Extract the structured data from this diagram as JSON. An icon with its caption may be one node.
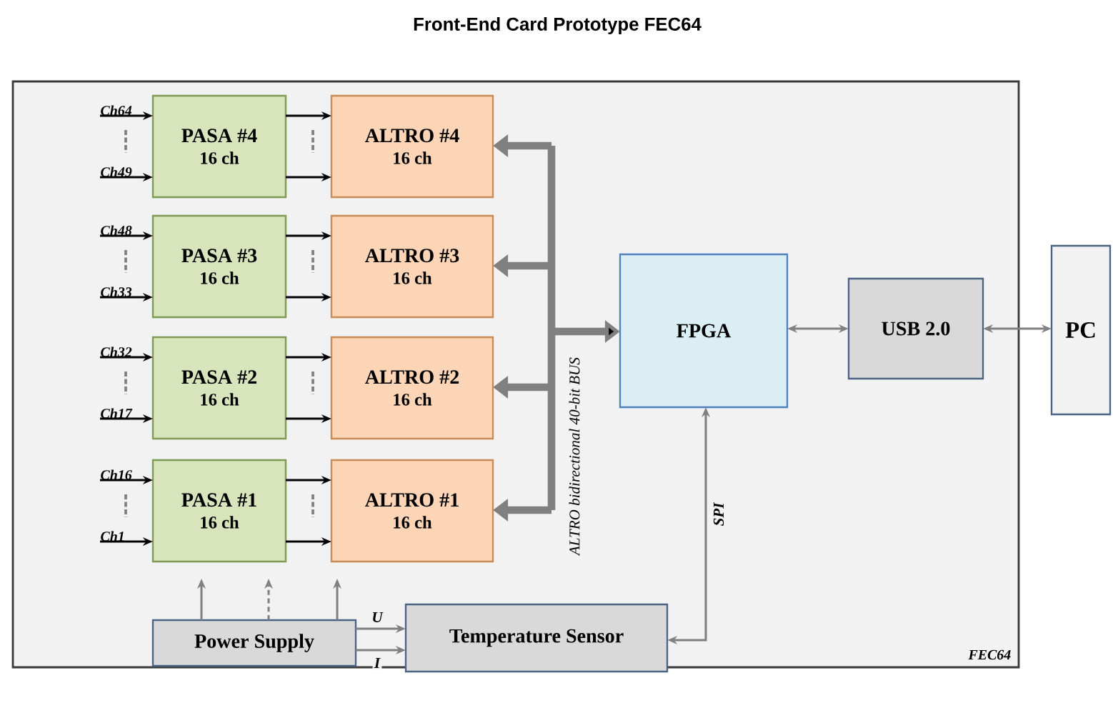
{
  "diagram": {
    "title": "Front-End Card Prototype FEC64",
    "nodes": [
      {
        "text": [
          "FEC64"
        ]
      },
      {
        "text": [
          "Ch64"
        ],
        "in": 0
      },
      {
        "text": [
          "Ch49"
        ],
        "in": 0
      },
      {
        "text": [
          "PASA #4",
          "16 ch"
        ],
        "in": 0
      },
      {
        "text": [
          "ALTRO #4",
          "16 ch"
        ],
        "in": 0
      },
      {
        "text": [
          "Ch48"
        ],
        "in": 0
      },
      {
        "text": [
          "Ch33"
        ],
        "in": 0
      },
      {
        "text": [
          "PASA #3",
          "16 ch"
        ],
        "in": 0
      },
      {
        "text": [
          "ALTRO #3",
          "16 ch"
        ],
        "in": 0
      },
      {
        "text": [
          "Ch32"
        ],
        "in": 0
      },
      {
        "text": [
          "Ch17"
        ],
        "in": 0
      },
      {
        "text": [
          "PASA #2",
          "16 ch"
        ],
        "in": 0
      },
      {
        "text": [
          "ALTRO #2",
          "16 ch"
        ],
        "in": 0
      },
      {
        "text": [
          "Ch16"
        ],
        "in": 0
      },
      {
        "text": [
          "Ch1"
        ],
        "in": 0
      },
      {
        "text": [
          "PASA #1",
          "16 ch"
        ],
        "in": 0
      },
      {
        "text": [
          "ALTRO #1",
          "16 ch"
        ],
        "in": 0
      },
      {
        "text": [
          "FPGA"
        ],
        "in": 0
      },
      {
        "text": [
          "USB 2.0"
        ],
        "in": 0
      },
      {
        "text": [
          "PC"
        ]
      },
      {
        "text": [
          "Power Supply"
        ],
        "in": 0
      },
      {
        "text": [
          "Temperature Sensor"
        ],
        "in": 0
      }
    ],
    "edges": [
      {
        "from": 1,
        "to": 3,
        "arrow": "to"
      },
      {
        "from": 2,
        "to": 3,
        "arrow": "to"
      },
      {
        "from": 3,
        "to": 4,
        "arrow": "to"
      },
      {
        "from": 3,
        "to": 4,
        "arrow": "to"
      },
      {
        "from": 5,
        "to": 7,
        "arrow": "to"
      },
      {
        "from": 6,
        "to": 7,
        "arrow": "to"
      },
      {
        "from": 7,
        "to": 8,
        "arrow": "to"
      },
      {
        "from": 7,
        "to": 8,
        "arrow": "to"
      },
      {
        "from": 9,
        "to": 11,
        "arrow": "to"
      },
      {
        "from": 10,
        "to": 11,
        "arrow": "to"
      },
      {
        "from": 11,
        "to": 12,
        "arrow": "to"
      },
      {
        "from": 11,
        "to": 12,
        "arrow": "to"
      },
      {
        "from": 13,
        "to": 15,
        "arrow": "to"
      },
      {
        "from": 14,
        "to": 15,
        "arrow": "to"
      },
      {
        "from": 15,
        "to": 16,
        "arrow": "to"
      },
      {
        "from": 15,
        "to": 16,
        "arrow": "to"
      },
      {
        "from": 17,
        "to": 4,
        "arrow": "both",
        "style": "thick",
        "color": "#808080"
      },
      {
        "from": 17,
        "to": 8,
        "arrow": "both",
        "style": "thick",
        "color": "#808080"
      },
      {
        "from": 17,
        "to": 12,
        "arrow": "both",
        "style": "thick",
        "color": "#808080"
      },
      {
        "from": 17,
        "to": 16,
        "arrow": "both",
        "style": "thick",
        "color": "#808080"
      },
      {
        "from": 17,
        "to": 18,
        "arrow": "both",
        "color": "#808080"
      },
      {
        "from": 18,
        "to": 19,
        "arrow": "both",
        "color": "#808080"
      },
      {
        "from": 21,
        "to": 17,
        "arrow": "both",
        "label": "SPI",
        "color": "#808080"
      },
      {
        "from": 20,
        "to": null,
        "arrow": "to",
        "color": "#808080"
      },
      {
        "from": 20,
        "to": null,
        "arrow": "to",
        "style": "dashed",
        "color": "#808080"
      },
      {
        "from": 20,
        "to": null,
        "arrow": "to",
        "color": "#808080"
      },
      {
        "from": 20,
        "to": 21,
        "arrow": "to",
        "label": "U",
        "color": "#808080"
      },
      {
        "from": 20,
        "to": 21,
        "arrow": "to",
        "label": "I",
        "color": "#808080"
      }
    ],
    "labels": [
      "ALTRO bidirectional 40-bit BUS"
    ]
  }
}
